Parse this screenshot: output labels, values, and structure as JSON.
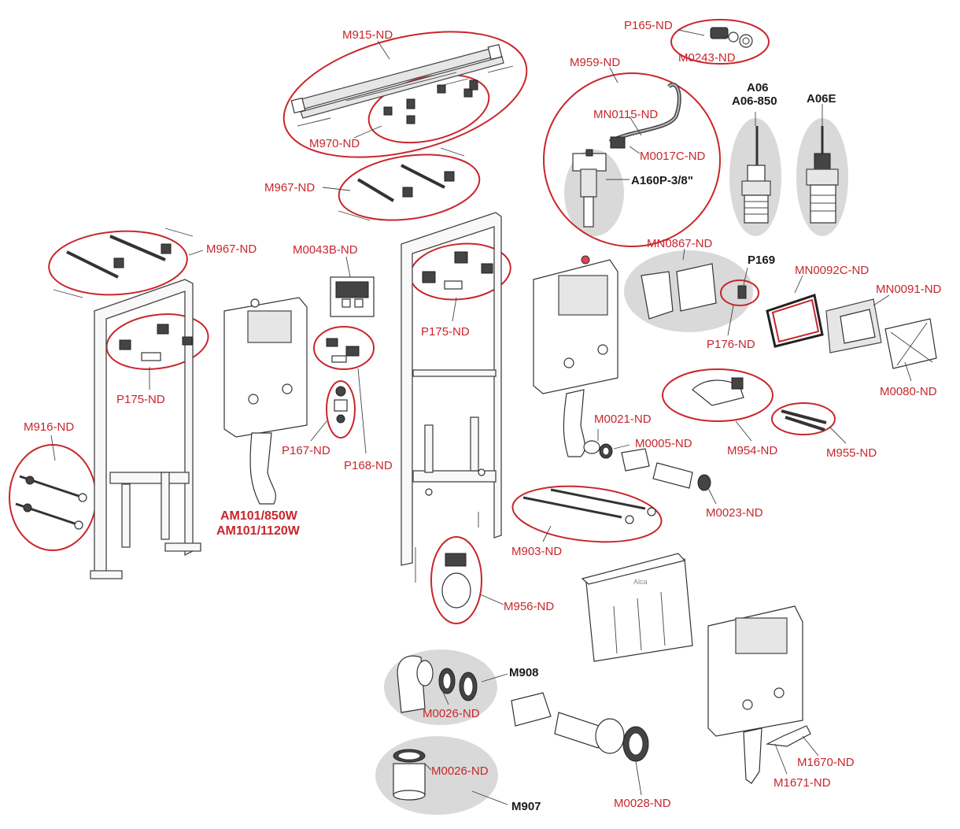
{
  "labels": {
    "m915": "M915-ND",
    "m970": "M970-ND",
    "p165": "P165-ND",
    "m0243": "M0243-ND",
    "m959": "M959-ND",
    "mn0115": "MN0115-ND",
    "m0017c": "M0017C-ND",
    "a160p": "A160P-3/8\"",
    "a06": "A06",
    "a06_850": "A06-850",
    "a06e": "A06E",
    "m967_top": "M967-ND",
    "m967_left": "M967-ND",
    "m0043b": "M0043B-ND",
    "p175_center": "P175-ND",
    "p175_left": "P175-ND",
    "mn0867": "MN0867-ND",
    "p169": "P169",
    "mn0092c": "MN0092C-ND",
    "mn0091": "MN0091-ND",
    "p176": "P176-ND",
    "m0080": "M0080-ND",
    "m916": "M916-ND",
    "p167": "P167-ND",
    "p168": "P168-ND",
    "m0021": "M0021-ND",
    "m0005": "M0005-ND",
    "m954": "M954-ND",
    "m955": "M955-ND",
    "m0023": "M0023-ND",
    "model_1": "AM101/850W",
    "model_2": "AM101/1120W",
    "m903": "M903-ND",
    "m956": "M956-ND",
    "m908": "M908",
    "m0026_a": "M0026-ND",
    "m0026_b": "M0026-ND",
    "m907": "M907",
    "m0028": "M0028-ND",
    "m1670": "M1670-ND",
    "m1671": "M1671-ND",
    "tank_logo": "Alca"
  },
  "colors": {
    "label_red": "#c8262c",
    "label_dark": "#1a1a1a",
    "highlight_gray": "#d9d9d9"
  }
}
